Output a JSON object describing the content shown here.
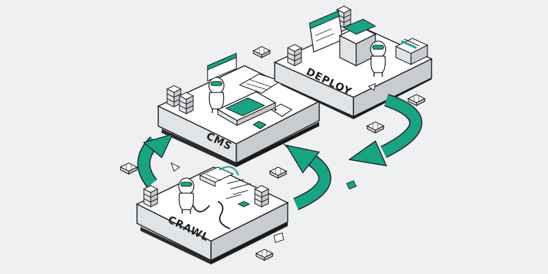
{
  "platforms": {
    "cms": {
      "label": "CMS"
    },
    "deploy": {
      "label": "DEPLOY"
    },
    "crawl": {
      "label": "CRAWL"
    }
  },
  "colors": {
    "background": "#eef0f2",
    "accent": "#19a382",
    "ink": "#1f1f1f",
    "panel": "#ffffff",
    "shade": "#2b2b2b"
  },
  "icons": {
    "cycle_arrows": "curved-arrow-icon",
    "code_tile": "code-braces-icon",
    "robot": "robot-icon",
    "server": "server-rack-icon",
    "broken_cable": "broken-cable-icon",
    "tag": "price-tag-icon"
  }
}
